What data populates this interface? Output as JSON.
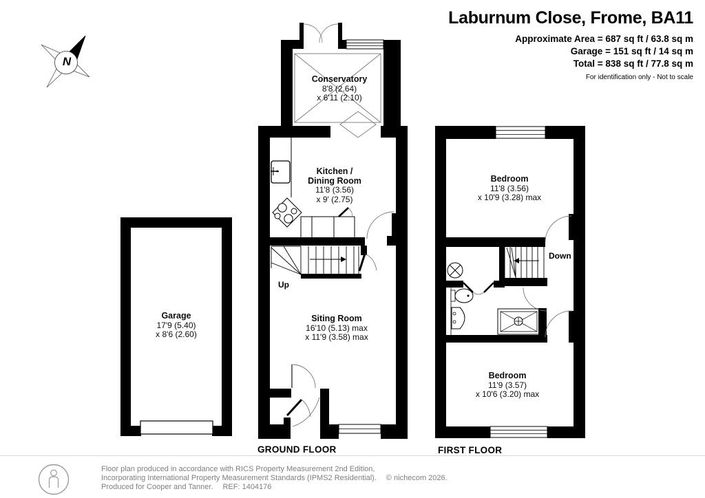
{
  "header": {
    "title": "Laburnum Close, Frome, BA11",
    "area_line1": "Approximate Area = 687 sq ft / 63.8 sq m",
    "area_line2": "Garage = 151 sq ft / 14 sq m",
    "area_line3": "Total = 838 sq ft / 77.8 sq m",
    "disclaimer": "For identification only - Not to scale"
  },
  "compass": {
    "north_label": "N"
  },
  "rooms": {
    "conservatory": {
      "name": "Conservatory",
      "dim1": "8'8 (2.64)",
      "dim2": "x 6'11 (2.10)"
    },
    "kitchen": {
      "name1": "Kitchen /",
      "name2": "Dining Room",
      "dim1": "11'8 (3.56)",
      "dim2": "x 9' (2.75)"
    },
    "sitting": {
      "name": "Siting Room",
      "dim1": "16'10 (5.13) max",
      "dim2": "x 11'9 (3.58) max"
    },
    "garage": {
      "name": "Garage",
      "dim1": "17'9 (5.40)",
      "dim2": "x 8'6 (2.60)"
    },
    "bedroom1": {
      "name": "Bedroom",
      "dim1": "11'8 (3.56)",
      "dim2": "x 10'9 (3.28) max"
    },
    "bedroom2": {
      "name": "Bedroom",
      "dim1": "11'9 (3.57)",
      "dim2": "x 10'6 (3.20) max"
    }
  },
  "stairs": {
    "up": "Up",
    "down": "Down"
  },
  "floor_labels": {
    "ground": "GROUND FLOOR",
    "first": "FIRST FLOOR"
  },
  "footer": {
    "line1": "Floor plan produced in accordance with RICS Property Measurement 2nd Edition,",
    "line2": "Incorporating International Property Measurement Standards (IPMS2 Residential).",
    "line3": "Produced for Cooper and Tanner.",
    "ref": "REF: 1404176",
    "copyright": "© nichecom 2026."
  },
  "colors": {
    "wall": "#000000",
    "glass_line": "#777777",
    "footer_text": "#7e7e7e"
  }
}
